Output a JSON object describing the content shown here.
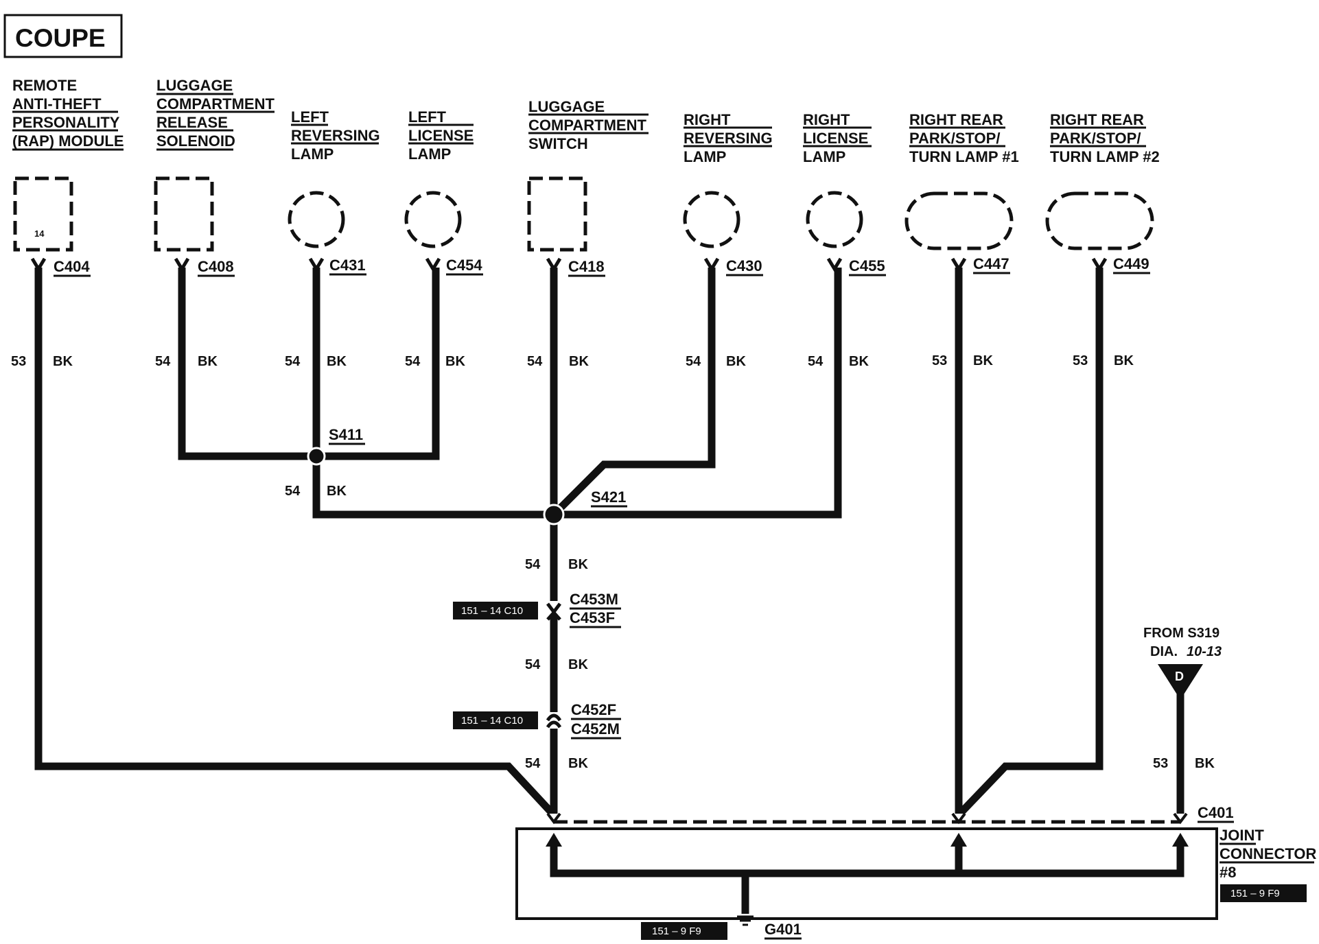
{
  "title": "COUPE",
  "components": [
    {
      "lines": [
        "REMOTE",
        "ANTI-THEFT",
        "PERSONALITY",
        "(RAP) MODULE"
      ],
      "connector": "C404",
      "pin": "14",
      "circuit": "53",
      "color": "BK",
      "shape": "square"
    },
    {
      "lines": [
        "LUGGAGE",
        "COMPARTMENT",
        "RELEASE",
        "SOLENOID"
      ],
      "connector": "C408",
      "circuit": "54",
      "color": "BK",
      "shape": "square"
    },
    {
      "lines": [
        "LEFT",
        "REVERSING",
        "LAMP"
      ],
      "connector": "C431",
      "circuit": "54",
      "color": "BK",
      "shape": "circle"
    },
    {
      "lines": [
        "LEFT",
        "LICENSE",
        "LAMP"
      ],
      "connector": "C454",
      "circuit": "54",
      "color": "BK",
      "shape": "circle"
    },
    {
      "lines": [
        "LUGGAGE",
        "COMPARTMENT",
        "SWITCH"
      ],
      "connector": "C418",
      "circuit": "54",
      "color": "BK",
      "shape": "square"
    },
    {
      "lines": [
        "RIGHT",
        "REVERSING",
        "LAMP"
      ],
      "connector": "C430",
      "circuit": "54",
      "color": "BK",
      "shape": "circle"
    },
    {
      "lines": [
        "RIGHT",
        "LICENSE",
        "LAMP"
      ],
      "connector": "C455",
      "circuit": "54",
      "color": "BK",
      "shape": "circle"
    },
    {
      "lines": [
        "RIGHT REAR",
        "PARK/STOP/",
        "TURN LAMP #1"
      ],
      "connector": "C447",
      "circuit": "53",
      "color": "BK",
      "shape": "oval"
    },
    {
      "lines": [
        "RIGHT REAR",
        "PARK/STOP/",
        "TURN LAMP #2"
      ],
      "connector": "C449",
      "circuit": "53",
      "color": "BK",
      "shape": "oval"
    }
  ],
  "splices": {
    "s411": "S411",
    "s421": "S421"
  },
  "trunk": {
    "s411_circuit": "54",
    "s411_color": "BK",
    "main1_circuit": "54",
    "main1_color": "BK",
    "main2_circuit": "54",
    "main2_color": "BK",
    "main3_circuit": "54",
    "main3_color": "BK"
  },
  "inline_connectors": {
    "c453m": "C453M",
    "c453f": "C453F",
    "c453_ref": "151 – 14 C10",
    "c452f": "C452F",
    "c452m": "C452M",
    "c452_ref": "151 – 14 C10"
  },
  "from_s319": {
    "line1": "FROM S319",
    "line2_prefix": "DIA.",
    "line2_ref": "10-13",
    "letter": "D",
    "circuit": "53",
    "color": "BK"
  },
  "joint_connector": {
    "connector": "C401",
    "lines": [
      "JOINT",
      "CONNECTOR",
      "#8"
    ],
    "ref": "151 – 9 F9"
  },
  "ground": {
    "name": "G401",
    "ref": "151 – 9 F9"
  }
}
